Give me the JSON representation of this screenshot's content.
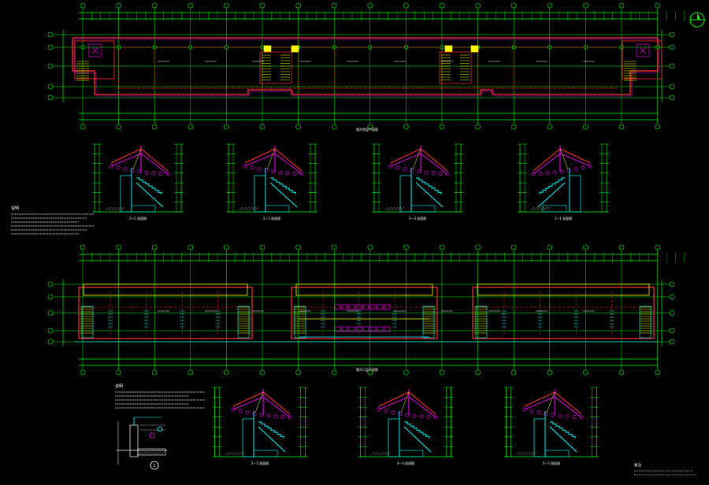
{
  "drawing": {
    "background": "#000000",
    "colors": {
      "grid": "#00ff00",
      "wall": "#ff3030",
      "dashed": "#ff2020",
      "accent": "#ff00ff",
      "cyan": "#00ffff",
      "yellow": "#ffff00",
      "text": "#ffffff"
    },
    "sheet": {
      "upper_plan_title": "看台首层平面图",
      "lower_plan_title": "看台二层平面图",
      "notes_title_1": "说明",
      "notes_title_2": "说明",
      "final_note_title": "备注",
      "detail_mark": "1"
    },
    "sections_upper": [
      {
        "label": "1—1 剖面图"
      },
      {
        "label": "2—2 剖面图"
      },
      {
        "label": "3—3 剖面图"
      },
      {
        "label": "1—1 剖面图"
      }
    ],
    "sections_lower": [
      {
        "label": "2—2 剖面图"
      },
      {
        "label": "4—4 剖面图"
      },
      {
        "label": "5—5 剖面图"
      }
    ]
  }
}
